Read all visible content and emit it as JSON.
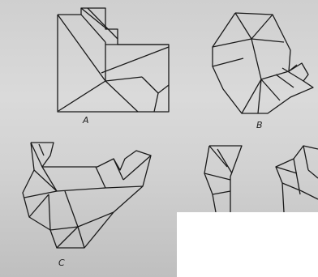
{
  "figures": [
    {
      "id": "A",
      "label": "A"
    },
    {
      "id": "B",
      "label": "B"
    },
    {
      "id": "C",
      "label": "C"
    },
    {
      "id": "D",
      "label": ""
    }
  ]
}
